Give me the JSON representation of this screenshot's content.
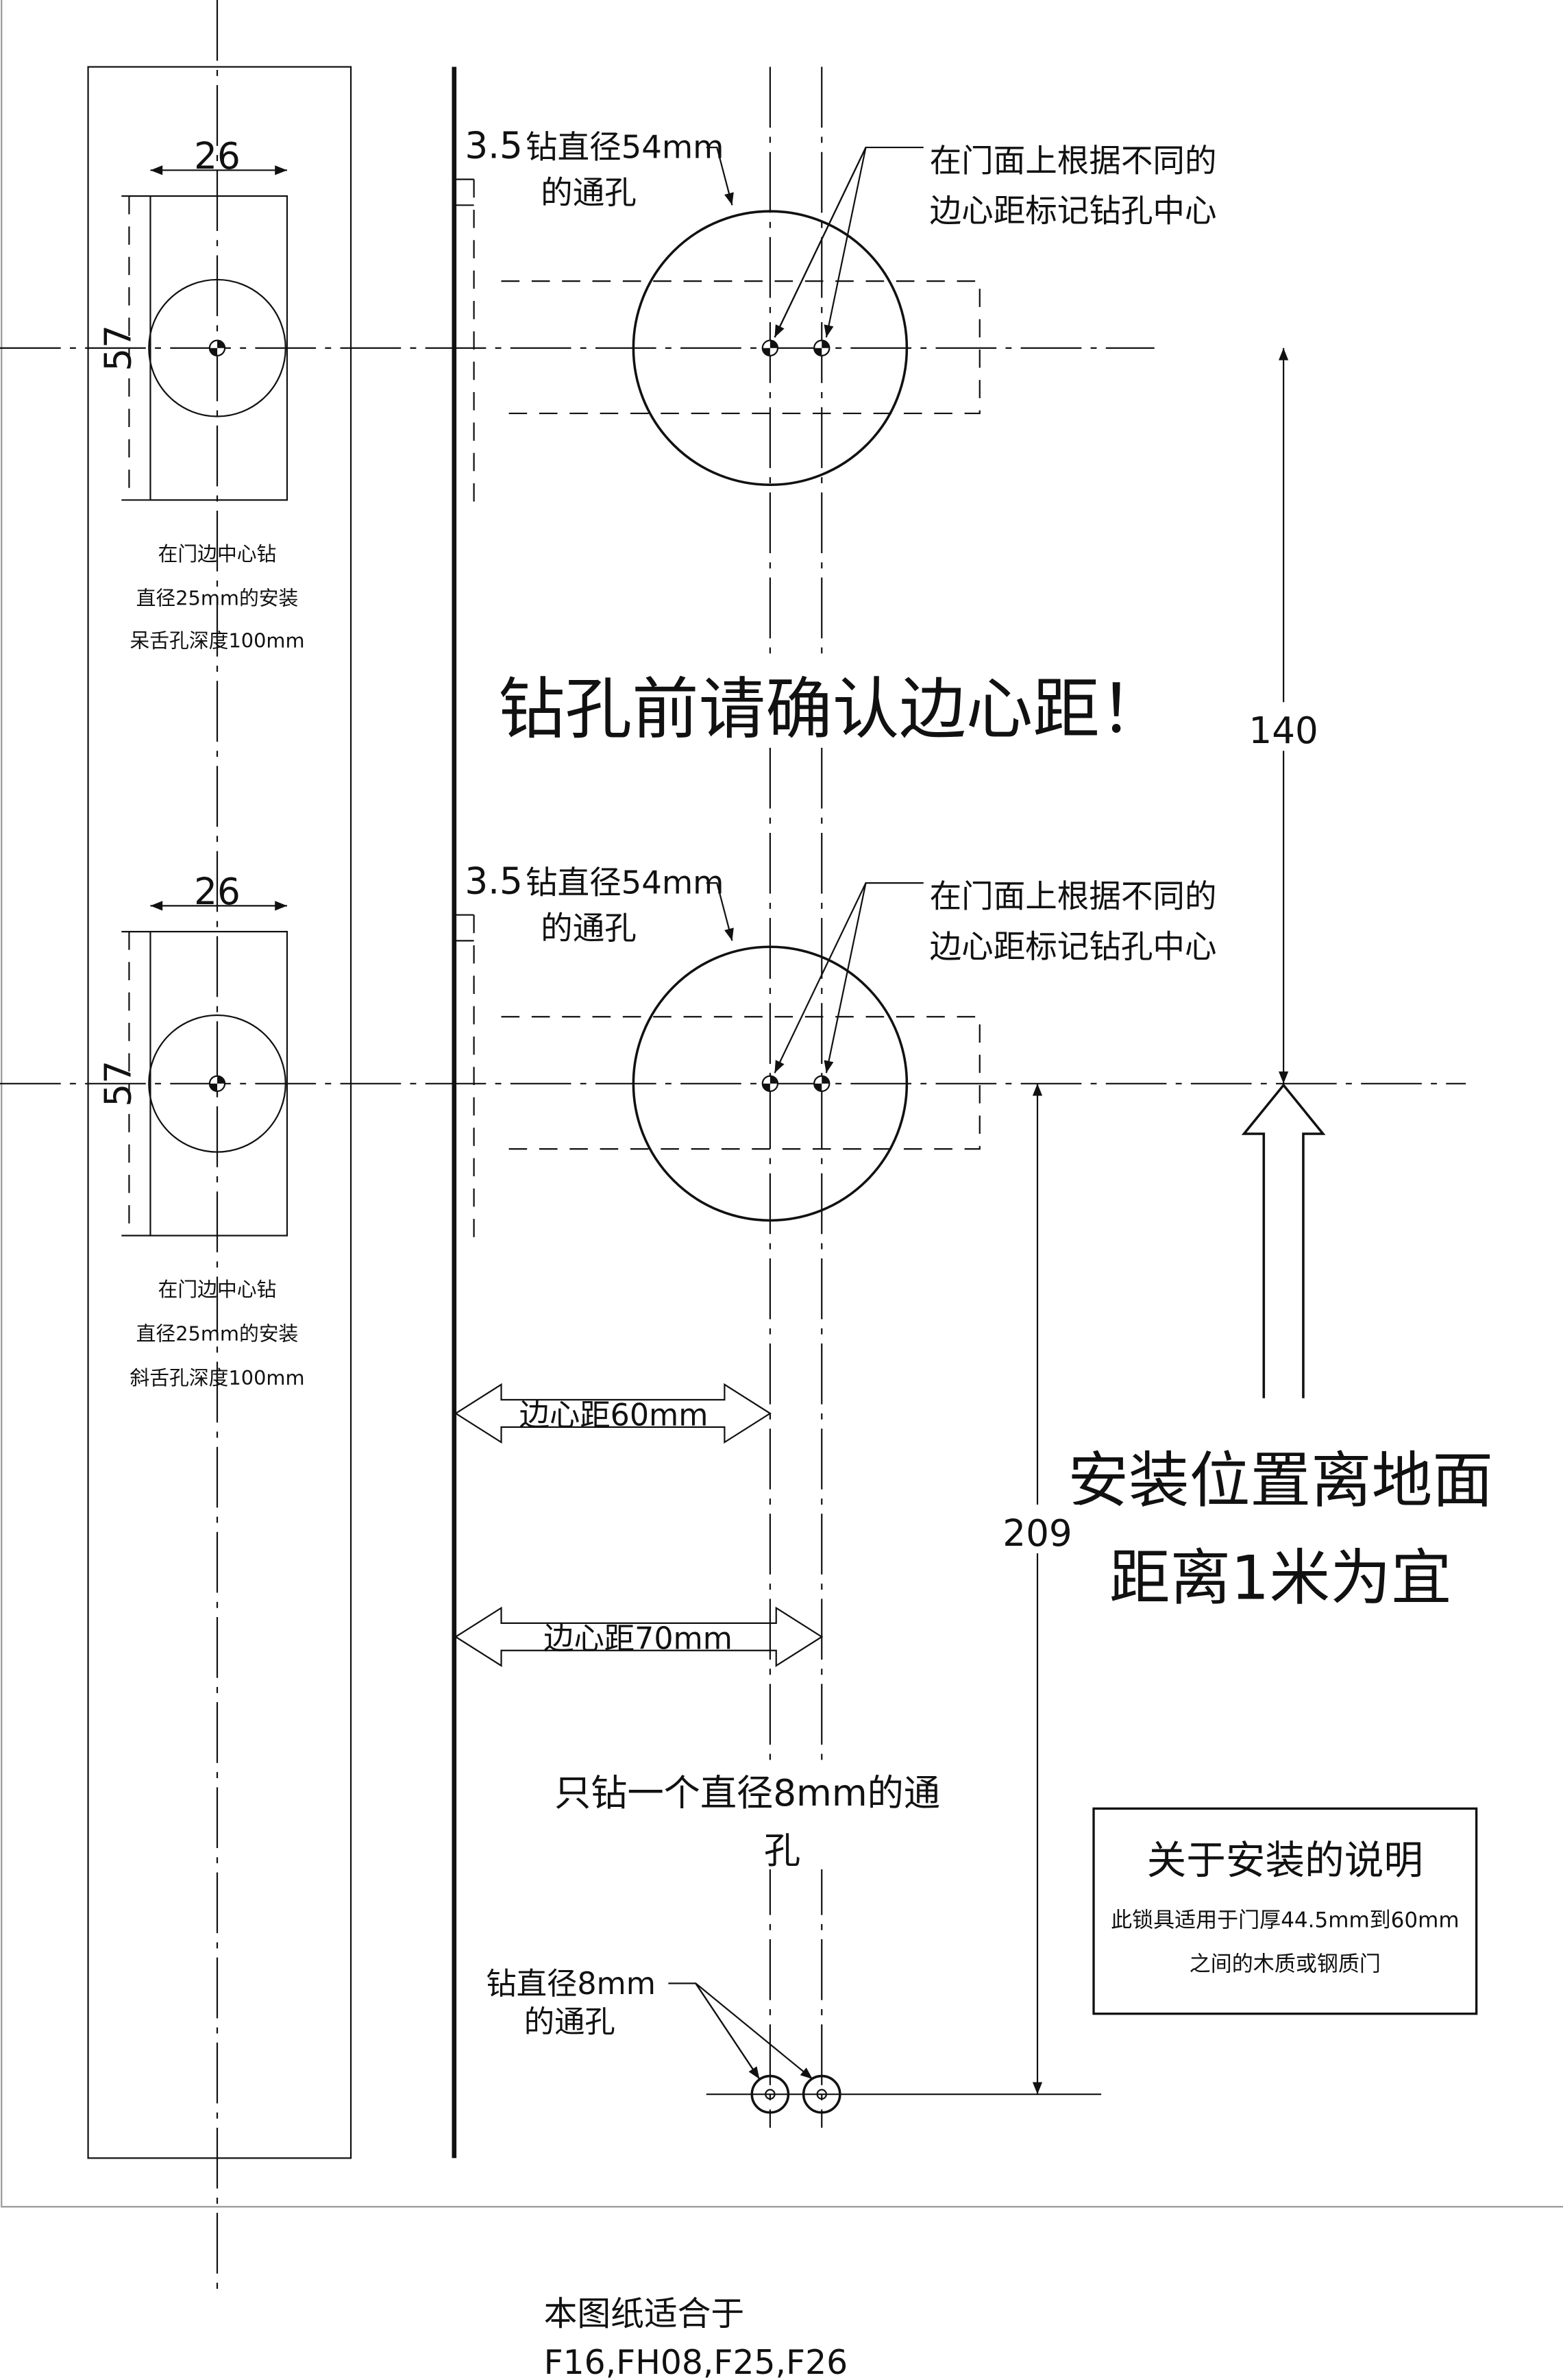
{
  "door_edge": {
    "top": {
      "width_dim": "26",
      "height_dim": "57",
      "note_lines": [
        "在门边中心钻",
        "直径25mm的安装",
        "呆舌孔深度100mm"
      ]
    },
    "bottom": {
      "width_dim": "26",
      "height_dim": "57",
      "note_lines": [
        "在门边中心钻",
        "直径25mm的安装",
        "斜舌孔深度100mm"
      ]
    }
  },
  "face": {
    "top": {
      "offset_dim": "3.5",
      "hole_label": [
        "钻直径54mm",
        "的通孔"
      ],
      "mark_label": [
        "在门面上根据不同的",
        "边心距标记钻孔中心"
      ]
    },
    "bottom": {
      "offset_dim": "3.5",
      "hole_label": [
        "钻直径54mm",
        "的通孔"
      ],
      "mark_label": [
        "在门面上根据不同的",
        "边心距标记钻孔中心"
      ]
    }
  },
  "warning": "钻孔前请确认边心距！",
  "dims": {
    "spacing": "140",
    "height": "209",
    "backset_60": "边心距60mm",
    "backset_70": "边心距70mm"
  },
  "install_height": [
    "安装位置离地面",
    "距离1米为宜"
  ],
  "small_hole_note": [
    "只钻一个直径8mm的通",
    "孔"
  ],
  "small_hole_label": [
    "钻直径8mm",
    "的通孔"
  ],
  "info_box": {
    "title": "关于安装的说明",
    "lines": [
      "此锁具适用于门厚44.5mm到60mm",
      "之间的木质或钢质门"
    ]
  },
  "footer": [
    "本图纸适合于",
    "F16,FH08,F25,F26"
  ]
}
